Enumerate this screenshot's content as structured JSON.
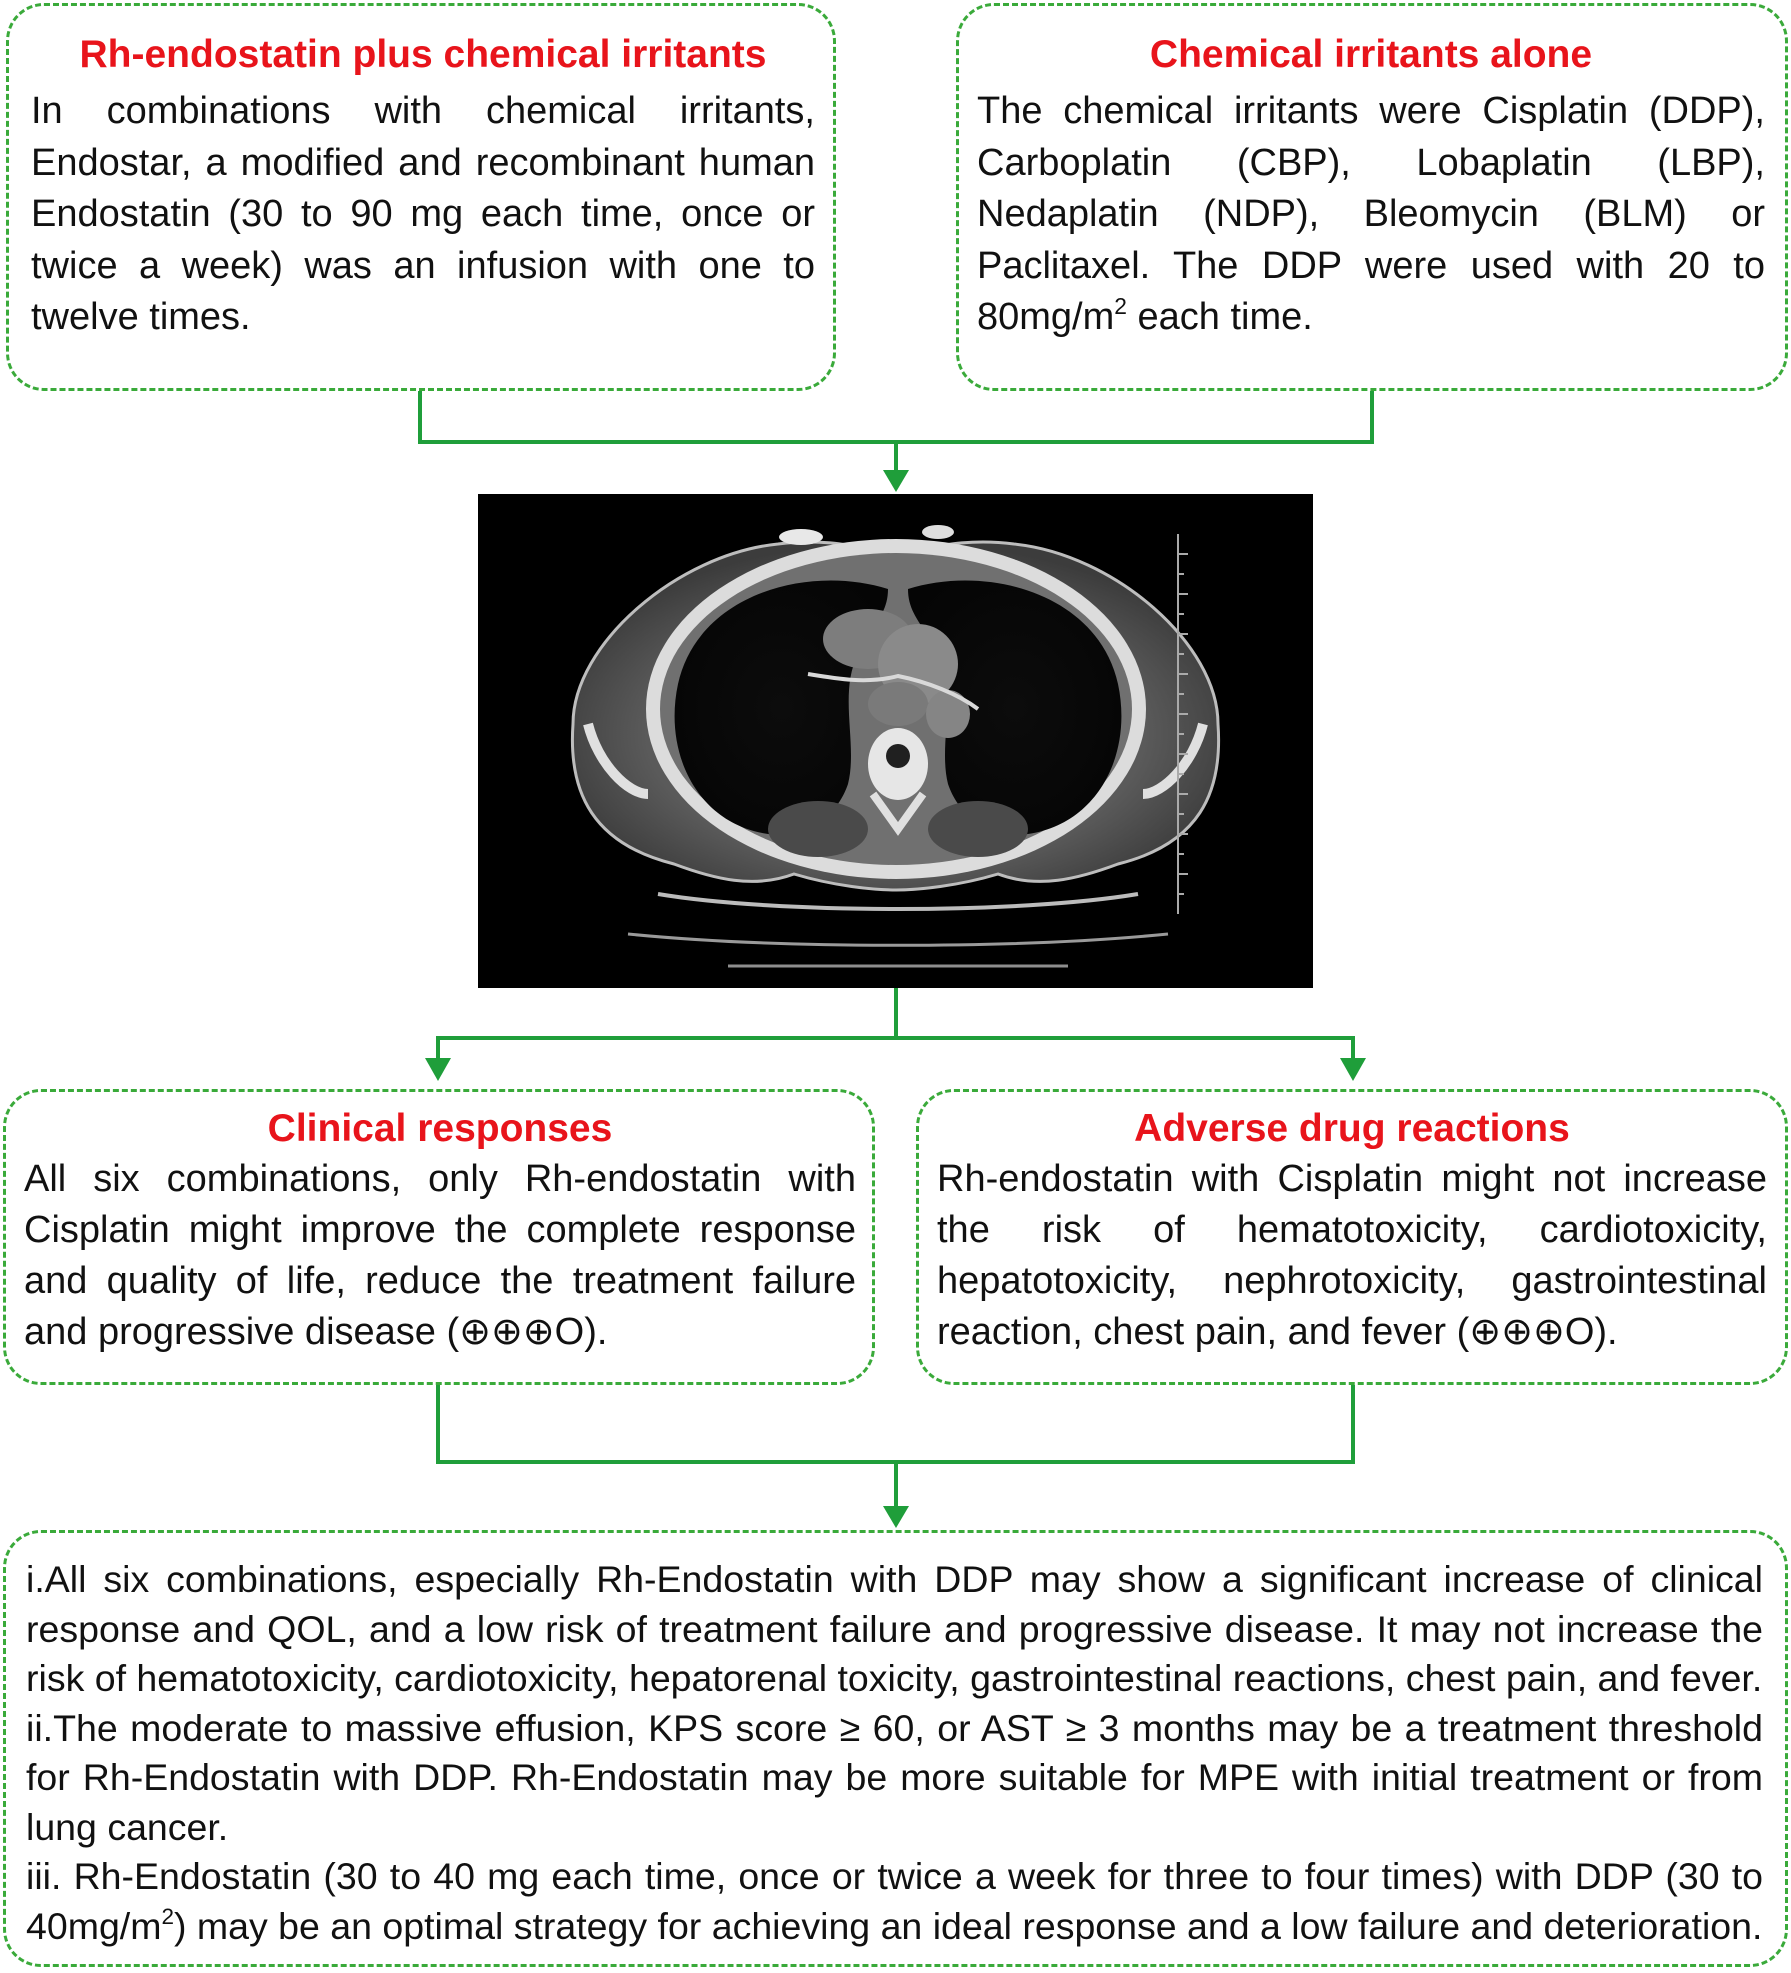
{
  "boxes": {
    "top_left": {
      "title": "Rh-endostatin plus chemical irritants",
      "body": "In combinations with chemical irritants, Endostar, a modified and recombinant human Endostatin (30 to 90 mg each time, once or twice a week) was an infusion with one to twelve times."
    },
    "top_right": {
      "title": "Chemical irritants alone",
      "body_before": "The chemical irritants were Cisplatin (DDP), Carboplatin (CBP), Lobaplatin (LBP), Nedaplatin (NDP), Bleomycin (BLM) or Paclitaxel. The DDP were used with 20 to 80mg/m",
      "body_sup": "2",
      "body_after": " each time."
    },
    "middle_left": {
      "title": "Clinical responses",
      "body": "All six combinations, only Rh-endostatin with Cisplatin might improve the complete response and quality of life, reduce the treatment failure and progressive disease (⊕⊕⊕O)."
    },
    "middle_right": {
      "title": "Adverse drug reactions",
      "body": "Rh-endostatin with Cisplatin might not increase the risk of hematotoxicity, cardiotoxicity, hepatotoxicity, nephrotoxicity, gastrointestinal reaction, chest pain, and fever (⊕⊕⊕O)."
    },
    "bottom": {
      "item_1": "i.All six combinations, especially Rh-Endostatin with DDP may show a significant increase of clinical response and QOL, and a low risk of treatment failure and progressive disease. It may not increase the risk of hematotoxicity, cardiotoxicity, hepatorenal toxicity, gastrointestinal reactions, chest pain, and fever.",
      "item_2": "ii.The moderate to massive effusion, KPS score ≥ 60, or AST ≥ 3 months may be a treatment threshold for Rh-Endostatin with DDP. Rh-Endostatin may be more suitable for MPE with initial treatment or from lung cancer.",
      "item_3_before": "iii. Rh-Endostatin (30 to 40 mg each time, once or twice a week for three to four times) with DDP (30 to 40mg/m",
      "item_3_sup": "2",
      "item_3_after": ") may be an optimal strategy for achieving an ideal response and a low failure and deterioration."
    }
  },
  "colors": {
    "border": "#3aaa3a",
    "title": "#e8141b",
    "connector": "#1f9e3a"
  }
}
